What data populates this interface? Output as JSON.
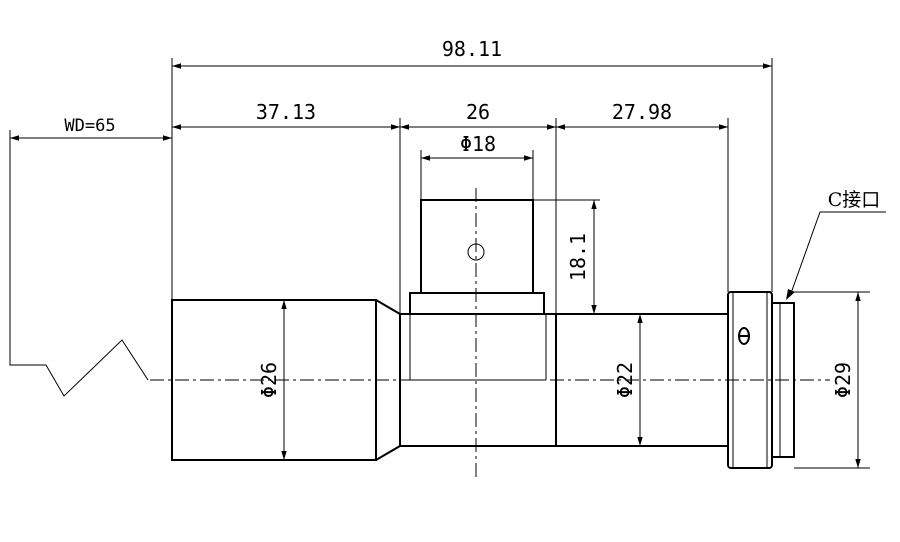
{
  "dimensions": {
    "overall_length": "98.11",
    "working_distance": "WD=65",
    "front_section_length": "37.13",
    "middle_section_length": "26",
    "rear_section_length": "27.98",
    "side_port_diameter": "Φ18",
    "side_port_height": "18.1",
    "front_diameter": "Φ26",
    "rear_tube_diameter": "Φ22",
    "mount_diameter": "Φ29"
  },
  "labels": {
    "mount_type": "C接口"
  }
}
